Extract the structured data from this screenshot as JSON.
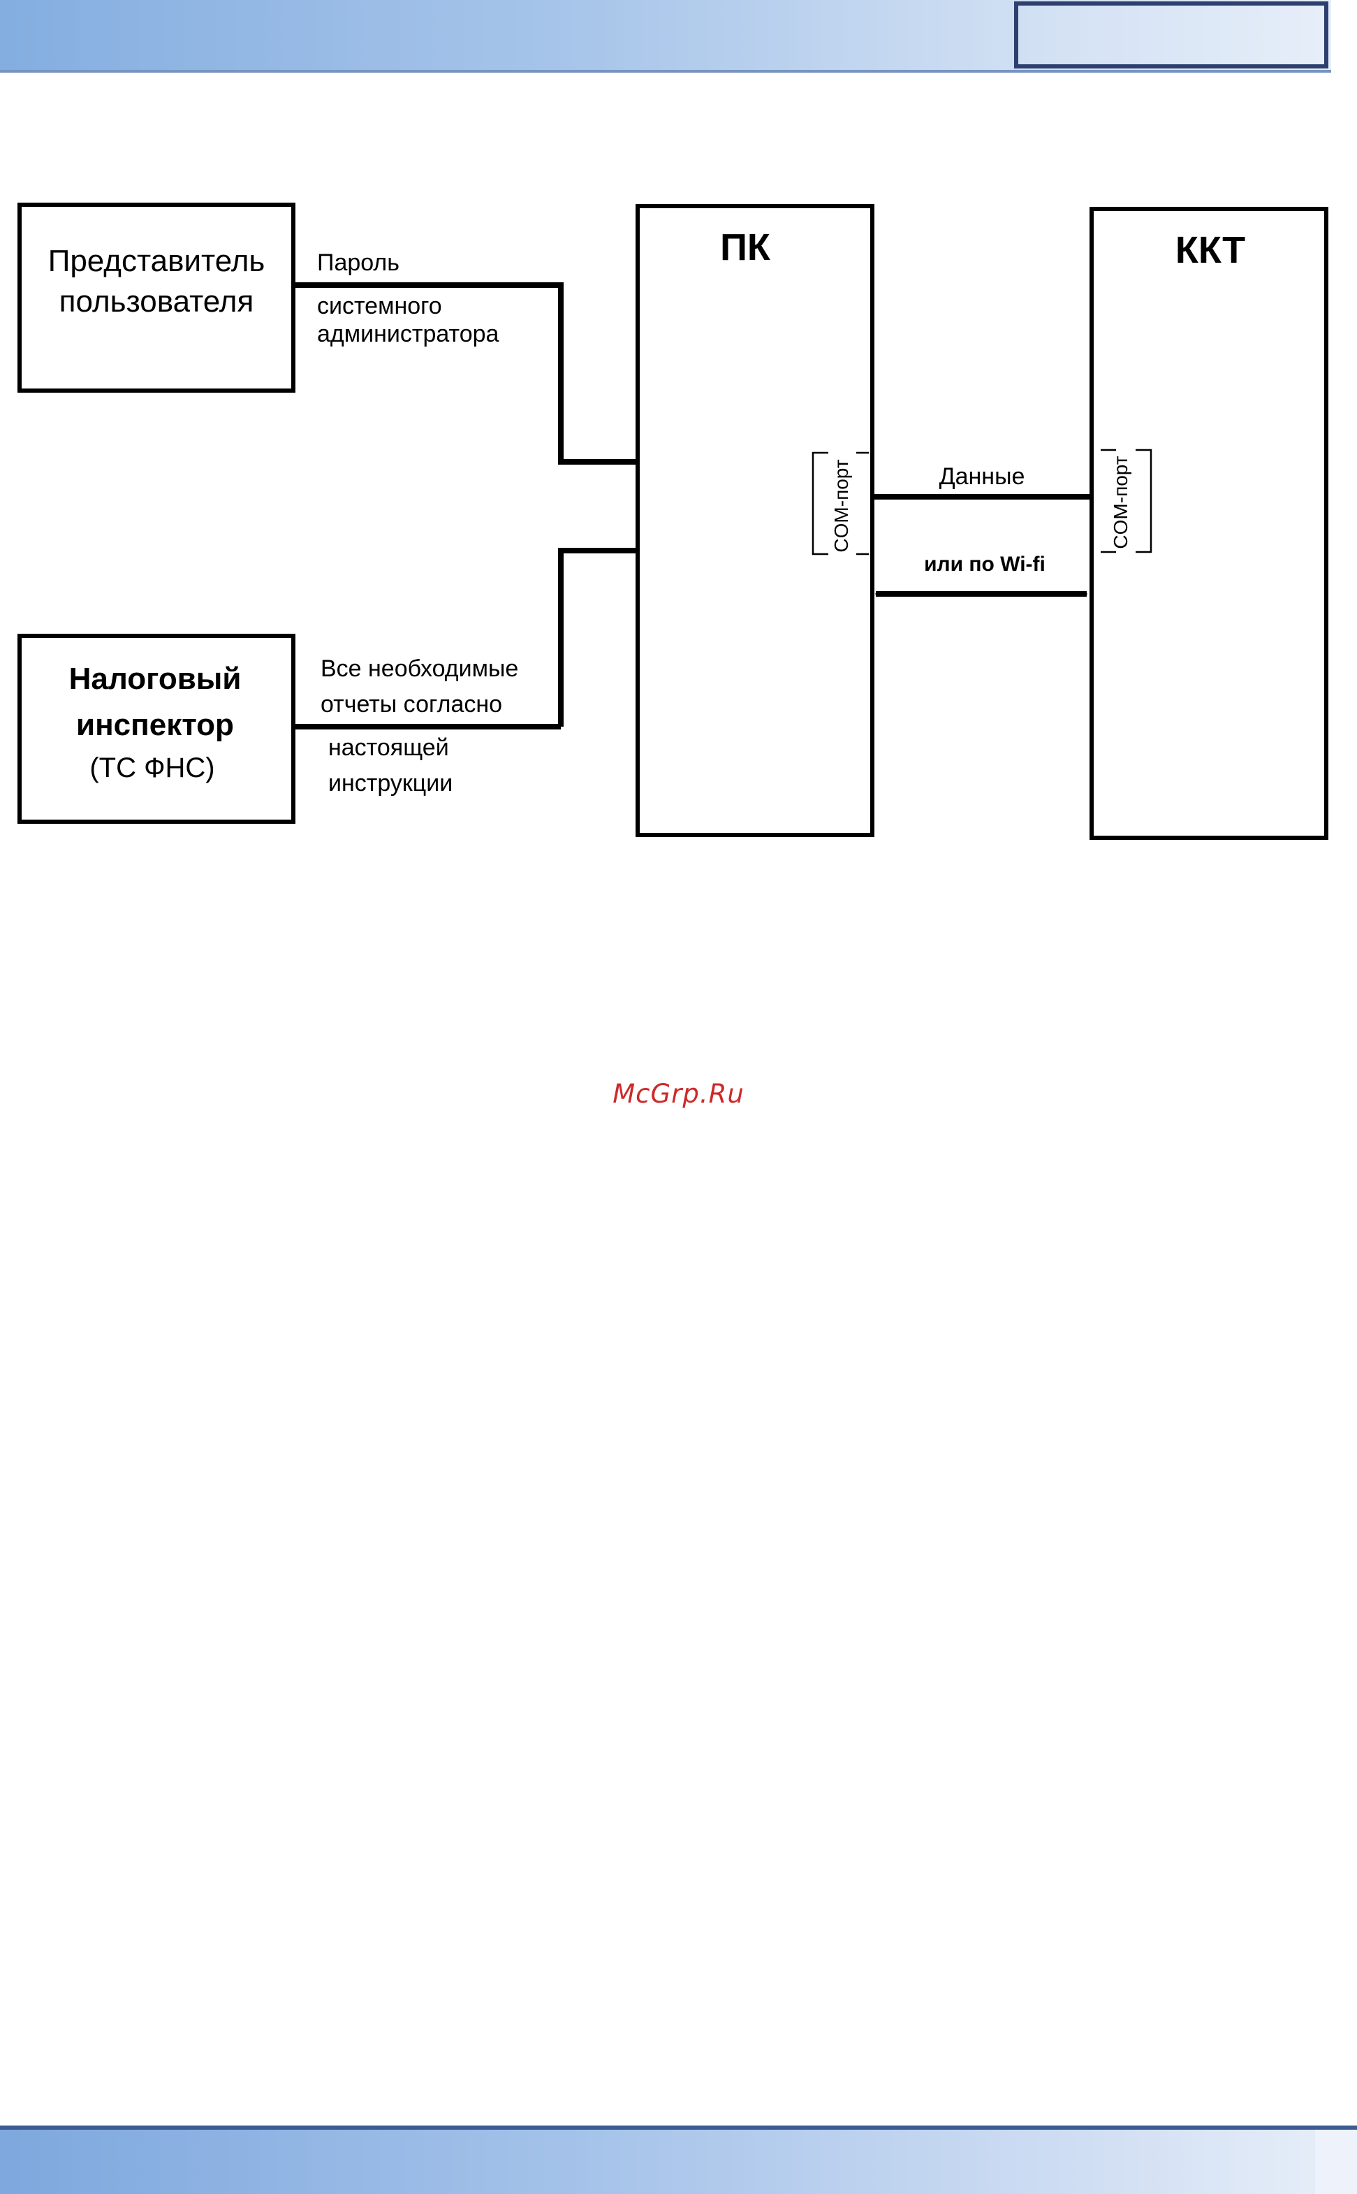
{
  "boxes": {
    "user_rep": {
      "line1": "Представитель",
      "line2": "пользователя"
    },
    "tax_inspector": {
      "line1": "Налоговый",
      "line2": "инспектор",
      "line3": "(ТС ФНС)"
    },
    "pc": {
      "title": "ПК"
    },
    "kkt": {
      "title": "ККТ"
    }
  },
  "labels": {
    "password": {
      "line1": "Пароль",
      "line2": "системного",
      "line3": "администратора"
    },
    "reports": {
      "line1": "Все необходимые",
      "line2": "отчеты согласно",
      "line3": "настоящей",
      "line4": "инструкции"
    },
    "data": "Данные",
    "wifi": "или по Wi-fi",
    "pc_port": "COM-порт",
    "kkt_port": "COM-порт"
  },
  "watermark": "McGrp.Ru",
  "colors": {
    "header_start": "#84aee0",
    "header_end": "#e6eef9",
    "header_box_border": "#2d3f6e",
    "watermark": "#cc2a2a"
  }
}
